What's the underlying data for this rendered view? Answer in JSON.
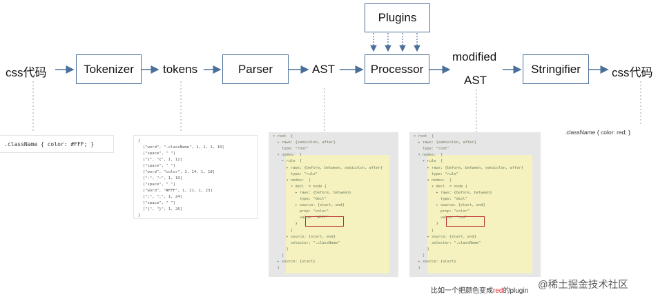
{
  "pipeline": {
    "input_label": "css代码",
    "tokenizer": "Tokenizer",
    "tokens": "tokens",
    "parser": "Parser",
    "ast": "AST",
    "processor": "Processor",
    "plugins": "Plugins",
    "modified": "modified",
    "modified_ast": "AST",
    "stringifier": "Stringifier",
    "output_label": "css代码"
  },
  "examples": {
    "input_css": ".className { color: #FFF; }",
    "output_css": ".className { color: red; }",
    "tokens": [
      "{",
      "  [\"word\", \".className\", 1, 1, 1, 10]",
      "  [\"space\", \" \"]",
      "  [\"{\", \"{\", 1, 12]",
      "  [\"space\", \" \"]",
      "  [\"word\", \"color\", 1, 14, 1, 18]",
      "  [\":\", \":\", 1, 19]",
      "  [\"space\", \" \"]",
      "  [\"word\", \"#FFF\", 1, 21, 1, 23]",
      "  [\";\", \";\", 1, 24]",
      "  [\"space\", \" \"]",
      "  [\"}\", \"}\", 1, 26]",
      "}"
    ],
    "ast_tree": [
      "▾ root  {",
      "  ▸ raws: {semicolon, after}",
      "    type: \"root\"",
      "  ▾ nodes:  [",
      "    ▾ rule  {",
      "      ▸ raws: {before, between, semicolon, after}",
      "        type: \"rule\"",
      "      ▾ nodes:  [",
      "        ▾ decl  = node {",
      "          ▸ raws: {before, between}",
      "            type: \"decl\"",
      "          ▸ source: {start, end}",
      "            prop: \"color\"",
      "            value: \"#FFF\"",
      "          }",
      "        ]",
      "      ▸ source: {start, end}",
      "        selector: \".className\"",
      "      }",
      "    ]",
      "  ▸ source: {start}",
      "  }"
    ],
    "modified_tree": [
      "▾ root  {",
      "  ▸ raws: {semicolon, after}",
      "    type: \"root\"",
      "  ▾ nodes:  [",
      "    ▾ rule  {",
      "      ▸ raws: {before, between, semicolon, after}",
      "        type: \"rule\"",
      "      ▾ nodes:  [",
      "        ▾ decl  = node {",
      "          ▸ raws: {before, between}",
      "            type: \"decl\"",
      "          ▸ source: {start, end}",
      "            prop: \"color\"",
      "            value: \"red\"",
      "          }",
      "        ]",
      "      ▸ source: {start, end}",
      "        selector: \".className\"",
      "      }",
      "    ]",
      "  ▸ source: {start}",
      "  }"
    ]
  },
  "caption": {
    "before": "比如一个把颜色变成",
    "highlight": "red",
    "after": "的plugin"
  },
  "watermark": "@稀土掘金技术社区",
  "colors": {
    "box_border": "#4a6f98",
    "arrow": "#4a6f98",
    "highlight_bg": "#f5f2c0",
    "red": "#b33333"
  }
}
